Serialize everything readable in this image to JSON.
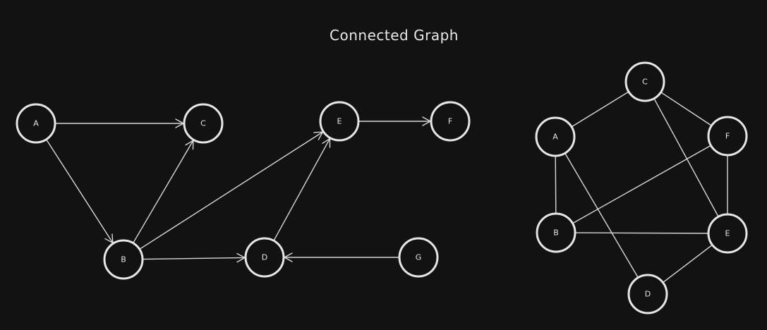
{
  "title": "Connected Graph",
  "colors": {
    "background": "#121212",
    "stroke": "#e6e6e6"
  },
  "directed_graph": {
    "nodes": [
      "A",
      "C",
      "E",
      "F",
      "B",
      "D",
      "G"
    ],
    "edges": [
      {
        "from": "A",
        "to": "C"
      },
      {
        "from": "A",
        "to": "B"
      },
      {
        "from": "B",
        "to": "C"
      },
      {
        "from": "B",
        "to": "E"
      },
      {
        "from": "B",
        "to": "D"
      },
      {
        "from": "D",
        "to": "E"
      },
      {
        "from": "E",
        "to": "F"
      },
      {
        "from": "G",
        "to": "D"
      }
    ]
  },
  "undirected_graph": {
    "nodes": [
      "C",
      "A",
      "F",
      "B",
      "E",
      "D"
    ],
    "edges": [
      {
        "from": "A",
        "to": "C"
      },
      {
        "from": "C",
        "to": "F"
      },
      {
        "from": "C",
        "to": "E"
      },
      {
        "from": "A",
        "to": "B"
      },
      {
        "from": "A",
        "to": "D"
      },
      {
        "from": "B",
        "to": "F"
      },
      {
        "from": "F",
        "to": "E"
      },
      {
        "from": "B",
        "to": "E"
      },
      {
        "from": "E",
        "to": "D"
      }
    ]
  }
}
